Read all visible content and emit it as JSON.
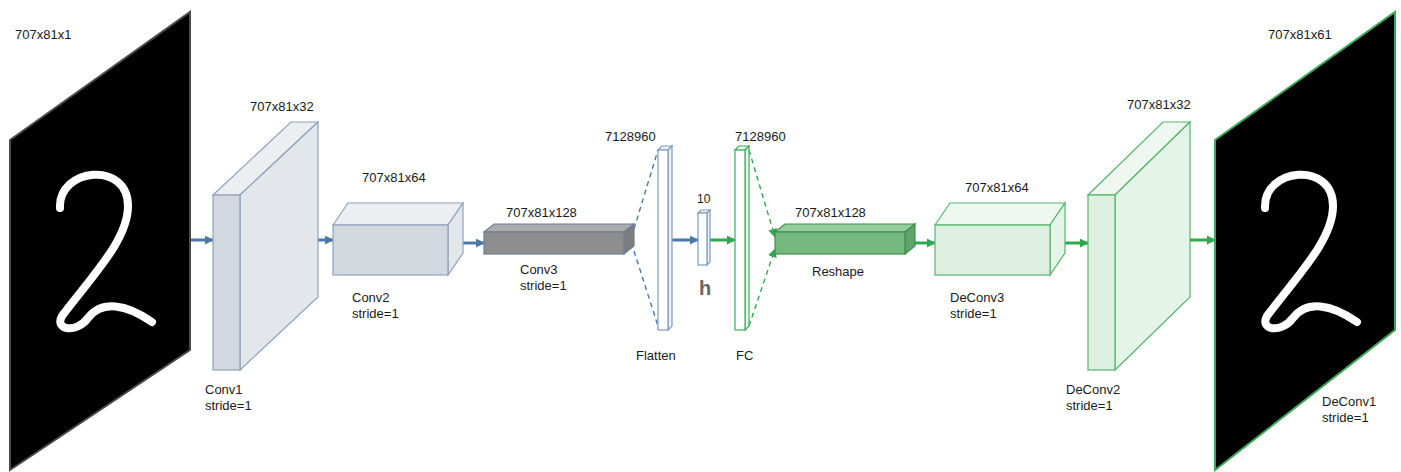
{
  "diagram": {
    "nodes": [
      {
        "text": [
          "707x81x1"
        ]
      },
      {
        "text": [
          "707x81x32",
          "Conv1 stride=1"
        ]
      },
      {
        "text": [
          "707x81x64",
          "Conv2 stride=1"
        ]
      },
      {
        "text": [
          "707x81x128",
          "Conv3 stride=1"
        ]
      },
      {
        "text": [
          "7128960",
          "Flatten"
        ]
      },
      {
        "text": [
          "10",
          "h"
        ]
      },
      {
        "text": [
          "7128960",
          "FC"
        ]
      },
      {
        "text": [
          "707x81x128",
          "Reshape"
        ]
      },
      {
        "text": [
          "707x81x64",
          "DeConv3 stride=1"
        ]
      },
      {
        "text": [
          "707x81x32",
          "DeConv2 stride=1"
        ]
      },
      {
        "text": [
          "707x81x61",
          "DeConv1 stride=1"
        ]
      }
    ],
    "edges": [
      {
        "from": 0,
        "to": 1,
        "arrow": "to"
      },
      {
        "from": 1,
        "to": 2,
        "arrow": "to"
      },
      {
        "from": 2,
        "to": 3,
        "arrow": "to"
      },
      {
        "from": 3,
        "to": 4,
        "arrow": "none"
      },
      {
        "from": 4,
        "to": 5,
        "arrow": "to"
      },
      {
        "from": 5,
        "to": 6,
        "arrow": "to"
      },
      {
        "from": 6,
        "to": 7,
        "arrow": "to"
      },
      {
        "from": 7,
        "to": 8,
        "arrow": "to"
      },
      {
        "from": 8,
        "to": 9,
        "arrow": "to"
      },
      {
        "from": 9,
        "to": 10,
        "arrow": "to"
      }
    ]
  }
}
